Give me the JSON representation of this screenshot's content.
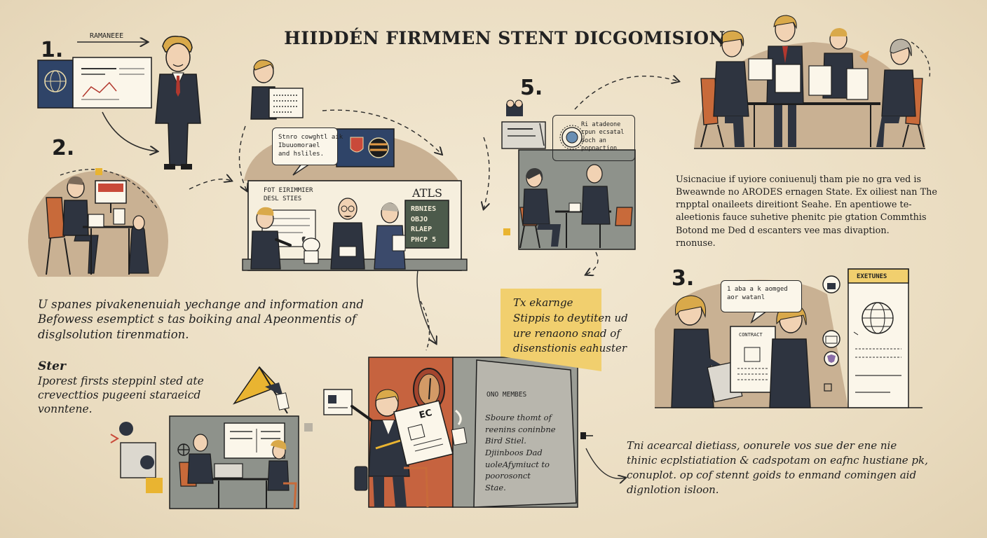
{
  "title": "HIIDDÉN FIRMMEN STENT DICGOMISION",
  "step_numbers": [
    "1.",
    "2.",
    "5.",
    "3."
  ],
  "step1_label": "RAMANEEE",
  "panel2_bubble": [
    "Stnro cowghtl aik",
    "Ibuuomorael",
    "and hsliles."
  ],
  "panel2_board": [
    "FOT EIRIMMIER",
    "DESL STIES"
  ],
  "panel2_chalk_title": "ATLS",
  "panel2_chalk": [
    "RBNIES",
    "OBJO",
    "RLAEP",
    "PHCP 5"
  ],
  "panel5_bubble": [
    "Ri atadeone",
    "rpun ecsatal",
    "ooch an",
    "popnaction"
  ],
  "left_paragraph": [
    "U spanes pivakenenuiah yechange and information  and",
    "Befowess esemptict s tas boiking anal Apeonmentis of",
    "disglsolution tirenmation."
  ],
  "ster_title": "Ster",
  "ster_paragraph": [
    "Iporest firsts steppinl sted ate",
    "crevecttios pugeeni staraeicd",
    "vonntene."
  ],
  "note_lines": [
    "Tx ekarnge",
    "Stippis to deytiten ud",
    "ure renaono snad of",
    "disenstionis eahuster"
  ],
  "card_header": "ONO MEMBES",
  "card_lines": [
    "Sboure thomt of",
    "reenins coninbne",
    "Bird Stiel.",
    "Djiinboos Dad",
    "uoleAfymiuct to",
    "poorosonct",
    "Stae."
  ],
  "person_sign": "EC",
  "right_paragraph": [
    "Usicnaciue if uyiore coniuenulj tham pie no gra ved is",
    "Bweawnde no ARODES ernagen State. Ex oiliest nan The",
    "rnpptal onaileets direitiont Seahe. En apentiowe te-",
    "aleetionis fauce suhetive phenitc pie gtation Commthis",
    "Botond me Ded d escanters vee mas divaption.",
    "rnonuse."
  ],
  "panel3_bubble": [
    "1 aba a k aomged",
    "aor watanl"
  ],
  "panel3_doc_header": "CONTRACT",
  "panel3_sidebar_header": "EXETUNES",
  "bottom_right_paragraph": [
    "Tni acearcal dietiass, oonurele vos sue der ene nie",
    "thinic ecplstiatiation & cadspotam on eafnc hustiane pk,",
    "conuplot. op cof stennt goids to enmand comingen aid",
    "dignlotion isloon."
  ]
}
